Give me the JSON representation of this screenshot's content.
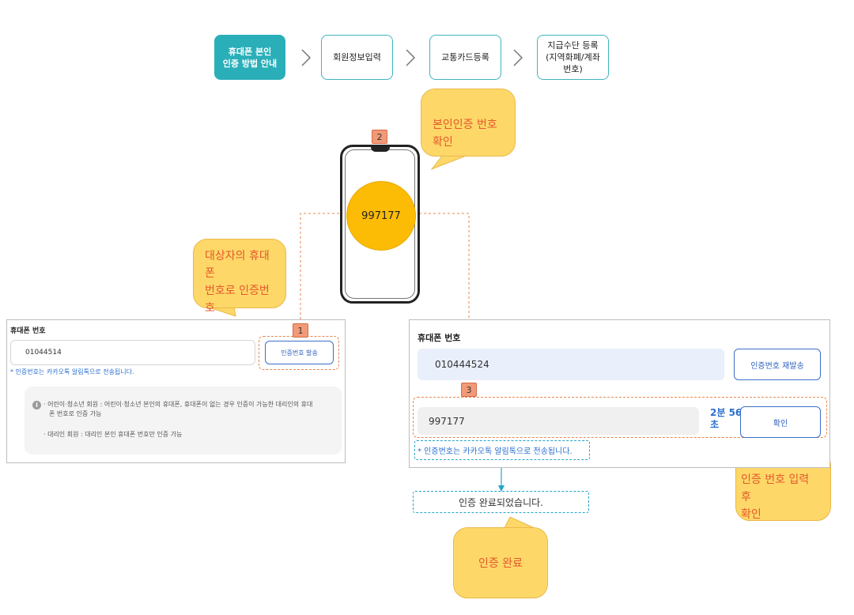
{
  "steps": [
    {
      "label": "휴대폰 본인\n인증 방법 안내",
      "active": true
    },
    {
      "label": "회원정보입력",
      "active": false
    },
    {
      "label": "교통카드등록",
      "active": false
    },
    {
      "label": "지급수단 등록\n(지역화폐/계좌\n번호)",
      "active": false
    }
  ],
  "callouts": {
    "verify_code": "본인인증 번호 확인",
    "send_code": "대상자의 휴대폰\n번호로 인증번호\n발송",
    "enter_confirm": "인증 번호 입력 후\n확인",
    "complete": "인증 완료"
  },
  "phone": {
    "code": "997177"
  },
  "badges": {
    "one": "1",
    "two": "2",
    "three": "3"
  },
  "left_panel": {
    "title": "휴대폰 번호",
    "phone_value": "01044514",
    "send_button": "인증번호 발송",
    "note": "* 인증번호는 카카오톡 알림톡으로 전송됩니다.",
    "info": {
      "icon": "i",
      "line1": "· 어린이·청소년 회원 : 어린이·청소년 본인의 휴대폰, 휴대폰이 없는 경우 인증이 가능한 대리인의 휴대",
      "line1b": "폰 번호로 인증 가능",
      "line2": "· 대리인 회원 : 대리인 본인 휴대폰 번호만 인증 가능"
    }
  },
  "right_panel": {
    "title": "휴대폰 번호",
    "phone_value": "010444524",
    "resend_button": "인증번호 재발송",
    "code_value": "997177",
    "timer": "2분 56\n초",
    "confirm_button": "확인",
    "note": "* 인증번호는 카카오톡 알림톡으로 전송됩니다."
  },
  "completion": {
    "text": "인증 완료되었습니다."
  },
  "colors": {
    "teal": "#2aafb9",
    "callout_fill": "#fdd868",
    "callout_text": "#e4582c",
    "code_circle": "#fcbc06",
    "badge": "#f29a78",
    "blue_text": "#2b6fd0",
    "dashed_orange": "#e8874f",
    "dashed_blue": "#24a3c9"
  }
}
